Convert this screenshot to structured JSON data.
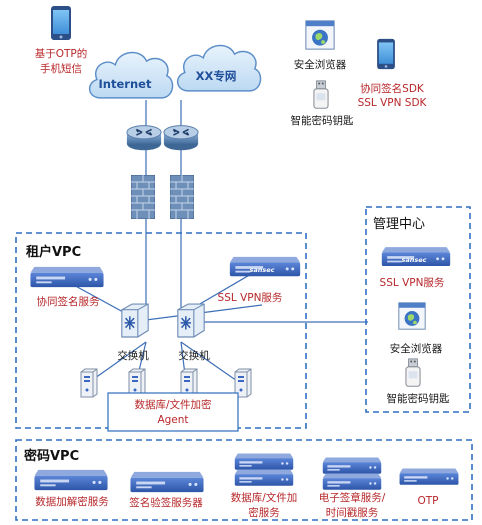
{
  "top": {
    "otp_sms": [
      "基于OTP的",
      "手机短信"
    ],
    "cloud_internet": "Internet",
    "cloud_private": "XX专网",
    "secure_browser": "安全浏览器",
    "smart_key": "智能密码钥匙",
    "sdk": [
      "协同签名SDK",
      "SSL VPN SDK"
    ]
  },
  "tenant_vpc": {
    "title": "租户VPC",
    "co_sign_service": "协同签名服务",
    "ssl_vpn_service": "SSL VPN服务",
    "switch_left": "交换机",
    "switch_right": "交换机",
    "agent": [
      "数据库/文件加密",
      "Agent"
    ]
  },
  "mgmt_center": {
    "title": "管理中心",
    "ssl_vpn_service": "SSL VPN服务",
    "secure_browser": "安全浏览器",
    "smart_key": "智能密码钥匙"
  },
  "crypto_vpc": {
    "title": "密码VPC",
    "services": [
      {
        "label": [
          "数据加解密服务"
        ]
      },
      {
        "label": [
          "签名验签服务器"
        ]
      },
      {
        "label": [
          "数据库/文件加",
          "密服务"
        ]
      },
      {
        "label": [
          "电子签章服务/",
          "时间戳服务"
        ]
      },
      {
        "label": [
          "OTP"
        ]
      }
    ]
  },
  "device_brand": "sansec",
  "colors": {
    "accent": "#2f6fbf",
    "label_red": "#b7272a",
    "device_blue": "#3a66c4"
  }
}
